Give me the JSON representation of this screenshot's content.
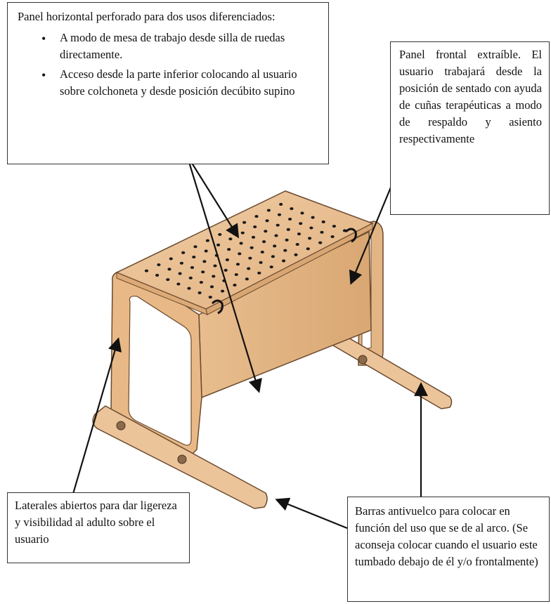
{
  "callouts": {
    "top_left": {
      "intro": "Panel horizontal perforado para dos usos diferenciados:",
      "bullets": [
        "A modo de mesa de trabajo desde silla de ruedas directamente.",
        "Acceso desde la parte inferior colocando al usuario sobre colchoneta y desde posición decúbito supino"
      ]
    },
    "top_right": "Panel frontal extraíble. El usuario trabajará desde la posición de sentado con ayuda de cuñas terapéuticas a modo de respaldo y asiento respectivamente",
    "bottom_left": "Laterales abiertos para dar ligereza y visibilidad al adulto sobre el usuario",
    "bottom_right": "Barras antivuelco para colocar en función del uso que se de al arco. (Se aconseja colocar cuando el usuario este tumbado debajo de él y/o frontalmente)"
  },
  "colors": {
    "wood_light": "#ecc49a",
    "wood_mid": "#e2b382",
    "wood_dark": "#cf9a66",
    "edge": "#6b4a2e",
    "hole": "#1a1a1a",
    "arrow": "#111111"
  }
}
